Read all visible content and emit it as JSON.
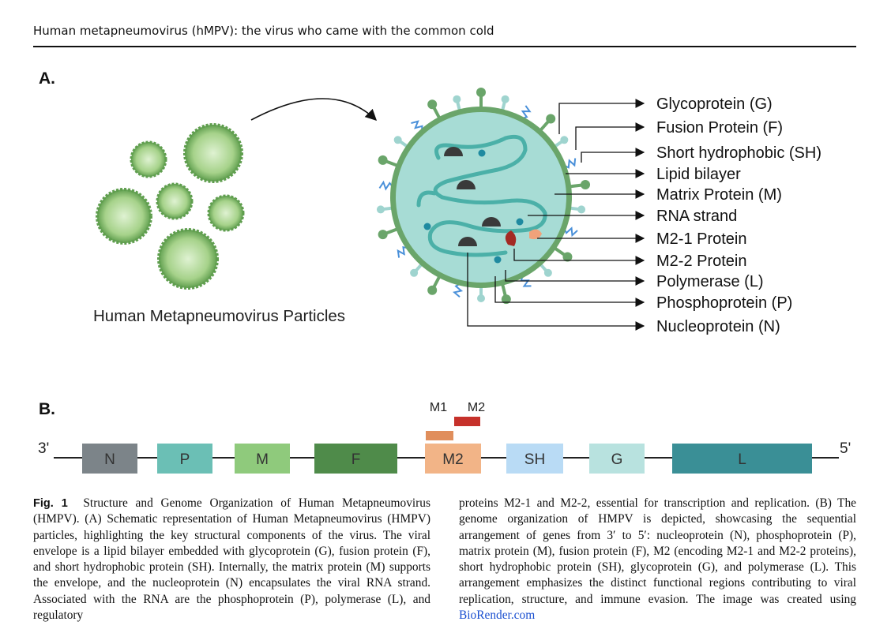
{
  "header": {
    "running_title": "Human metapneumovirus (hMPV): the virus who came with the common cold"
  },
  "panel_a": {
    "label": "A.",
    "particles_label": "Human Metapneumovirus Particles",
    "structure_labels": [
      "Glycoprotein (G)",
      "Fusion Protein (F)",
      "Short hydrophobic (SH)",
      "Lipid bilayer",
      "Matrix Protein (M)",
      "RNA strand",
      "M2-1 Protein",
      "M2-2 Protein",
      "Polymerase (L)",
      "Phosphoprotein (P)",
      "Nucleoprotein (N)"
    ]
  },
  "panel_b": {
    "label": "B.",
    "end_left": "3'",
    "end_right": "5'",
    "genes": [
      {
        "name": "N",
        "color": "#7c8489"
      },
      {
        "name": "P",
        "color": "#6bbfb5"
      },
      {
        "name": "M",
        "color": "#8fca7c"
      },
      {
        "name": "F",
        "color": "#4f8b4a"
      },
      {
        "name": "M2",
        "color": "#f2b487"
      },
      {
        "name": "SH",
        "color": "#b9dbf5"
      },
      {
        "name": "G",
        "color": "#b8e2df"
      },
      {
        "name": "L",
        "color": "#3a8f96"
      }
    ],
    "m2_subunits": [
      {
        "name": "M1",
        "color": "#e08e5c"
      },
      {
        "name": "M2",
        "color": "#c6312b"
      }
    ]
  },
  "caption": {
    "fig_label": "Fig. 1",
    "left_text": "Structure and Genome Organization of Human Metapneumovirus (HMPV). (A) Schematic representation of Human Metapneumovirus (HMPV) particles, highlighting the key structural components of the virus. The viral envelope is a lipid bilayer embedded with glycoprotein (G), fusion protein (F), and short hydrophobic protein (SH). Internally, the matrix protein (M) supports the envelope, and the nucleoprotein (N) encapsulates the viral RNA strand. Associated with the RNA are the phosphoprotein (P), polymerase (L), and regulatory",
    "right_text": "proteins M2-1 and M2-2, essential for transcription and replication. (B) The genome organization of HMPV is depicted, showcasing the sequential arrangement of genes from 3′ to 5′: nucleoprotein (N), phosphoprotein (P), matrix protein (M), fusion protein (F), M2 (encoding M2-1 and M2-2 proteins), short hydrophobic protein (SH), glycoprotein (G), and polymerase (L). This arrangement emphasizes the distinct functional regions contributing to viral replication, structure, and immune evasion. The image was created using",
    "link_text": "BioRender.com"
  },
  "colors": {
    "virion_fill": "#a7dcd5",
    "envelope": "#6aa56a",
    "rna": "#4bb0a8",
    "nucleoprotein": "#3a3a3a",
    "polymerase": "#a32a24",
    "m2_1": "#f0a27a",
    "phosphoprotein": "#1f8aa0",
    "sh_squiggle": "#4a90d9"
  }
}
